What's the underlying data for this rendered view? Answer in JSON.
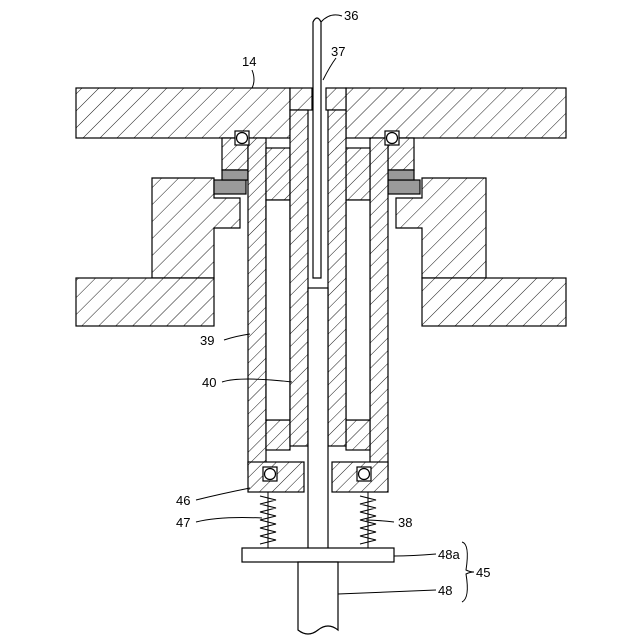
{
  "labels": {
    "l36": "36",
    "l37": "37",
    "l14": "14",
    "l39": "39",
    "l40": "40",
    "l46": "46",
    "l47": "47",
    "l38": "38",
    "l48a": "48a",
    "l45": "45",
    "l48": "48"
  }
}
